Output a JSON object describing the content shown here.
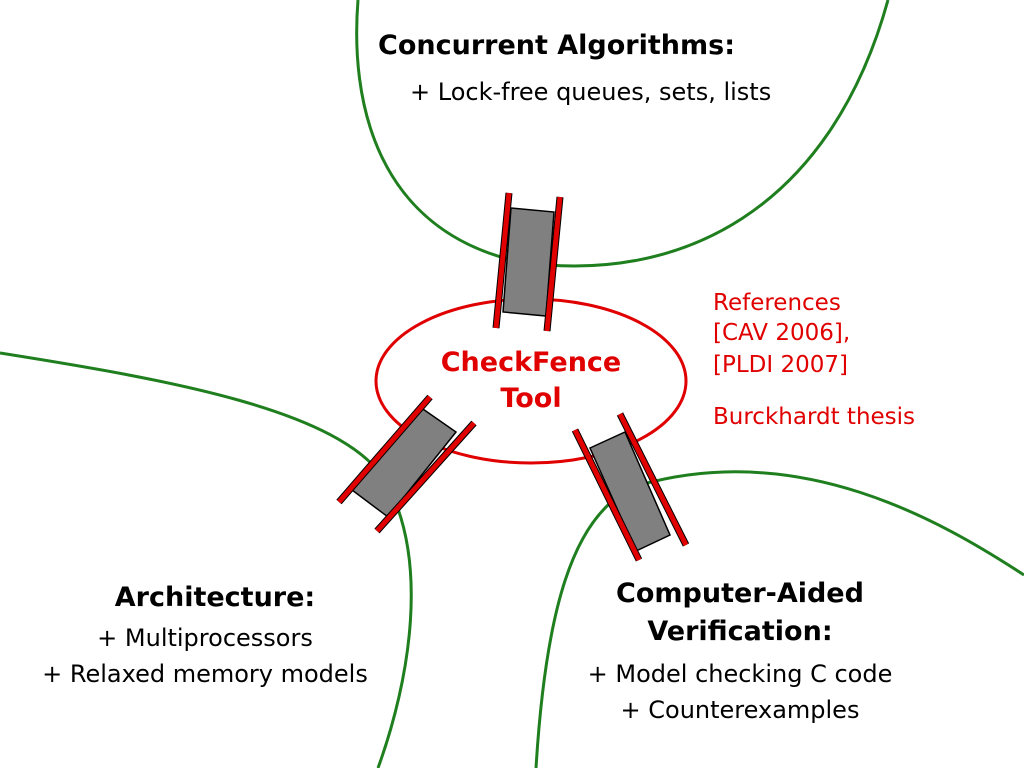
{
  "colors": {
    "boundary": "#1f7f1f",
    "accent": "#e00000",
    "bridge": "#808080"
  },
  "concurrent": {
    "title": "Concurrent Algorithms:",
    "item1": "+ Lock-free queues, sets, lists"
  },
  "tool": {
    "line1": "CheckFence",
    "line2": "Tool"
  },
  "references": {
    "line1": "References",
    "line2": "[CAV 2006],",
    "line3": "[PLDI 2007]",
    "line4": "Burckhardt thesis"
  },
  "architecture": {
    "title": "Architecture:",
    "item1": "+ Multiprocessors",
    "item2": "+ Relaxed memory models"
  },
  "verification": {
    "title_line1": "Computer-Aided",
    "title_line2": "Verification:",
    "item1": "+ Model checking C code",
    "item2": "+ Counterexamples"
  }
}
